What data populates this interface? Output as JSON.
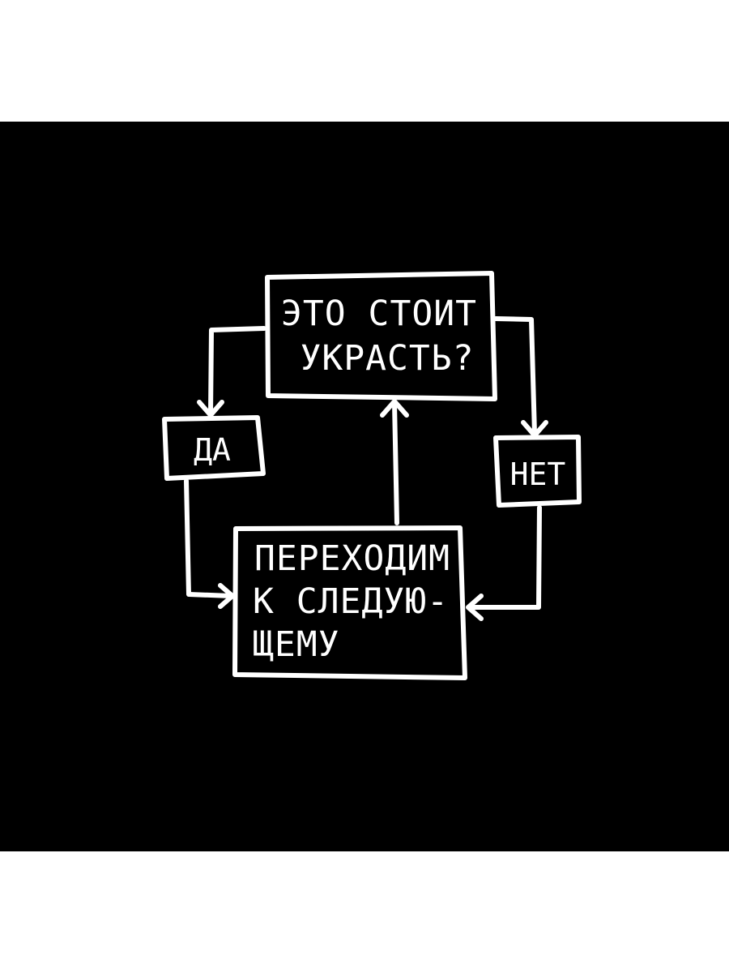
{
  "flowchart": {
    "question": {
      "line1": "ЭТО СТОИТ",
      "line2": "УКРАСТЬ?"
    },
    "yes_label": "ДА",
    "no_label": "НЕТ",
    "action": {
      "line1": "ПЕРЕХОДИМ",
      "line2": "К СЛЕДУЮ-",
      "line3": "ЩЕМУ"
    }
  },
  "colors": {
    "background": "#000000",
    "page": "#ffffff",
    "ink": "#ffffff"
  }
}
